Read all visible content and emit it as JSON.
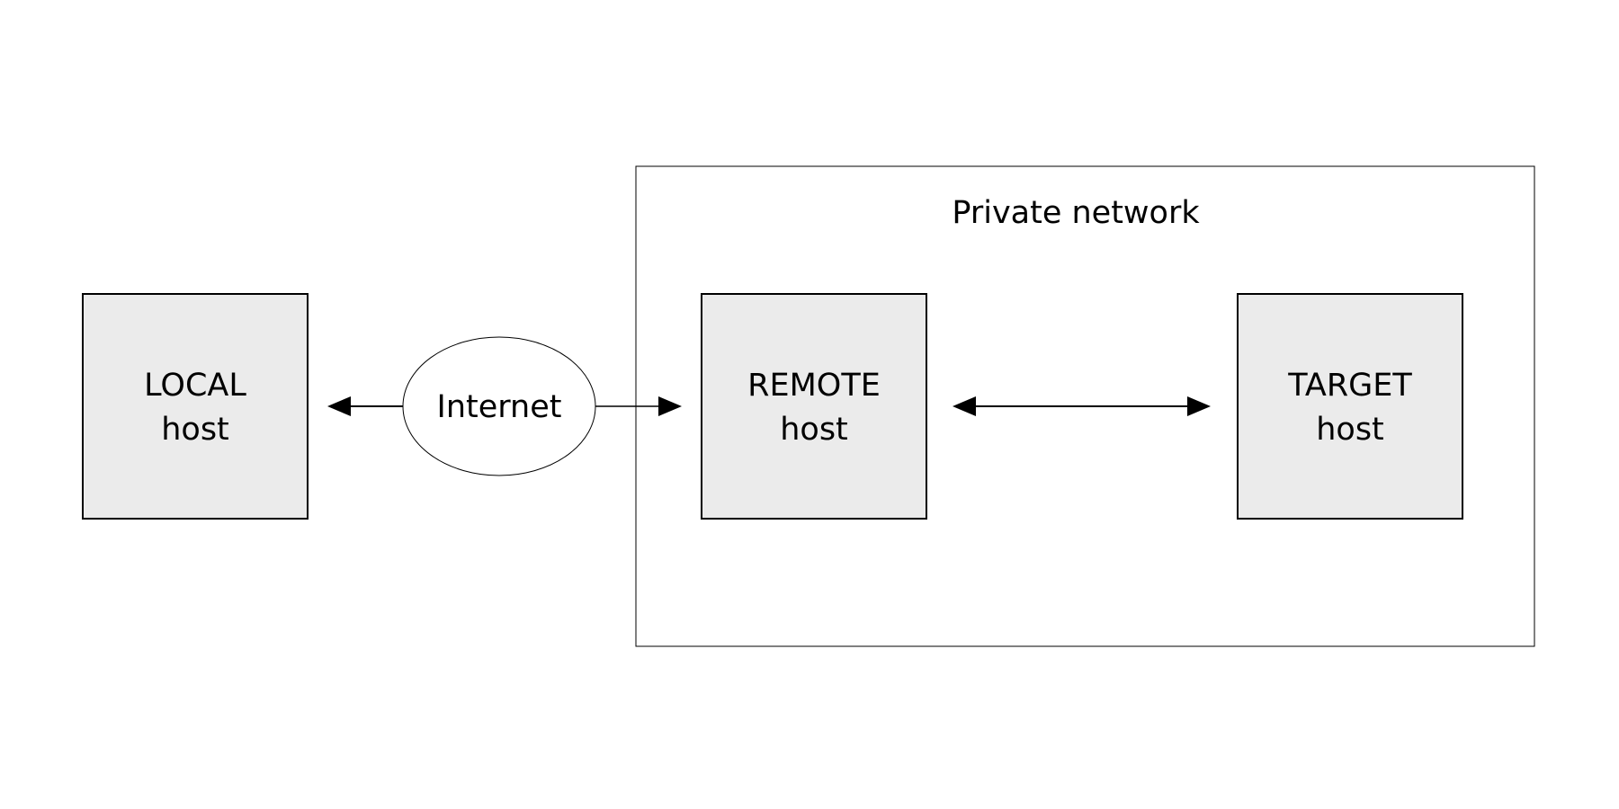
{
  "diagram": {
    "local_host": {
      "line1": "LOCAL",
      "line2": "host"
    },
    "internet": {
      "label": "Internet"
    },
    "private_network": {
      "title": "Private network"
    },
    "remote_host": {
      "line1": "REMOTE",
      "line2": "host"
    },
    "target_host": {
      "line1": "TARGET",
      "line2": "host"
    }
  },
  "colors": {
    "box_fill": "#ebebeb",
    "stroke": "#000000",
    "background": "#ffffff"
  }
}
